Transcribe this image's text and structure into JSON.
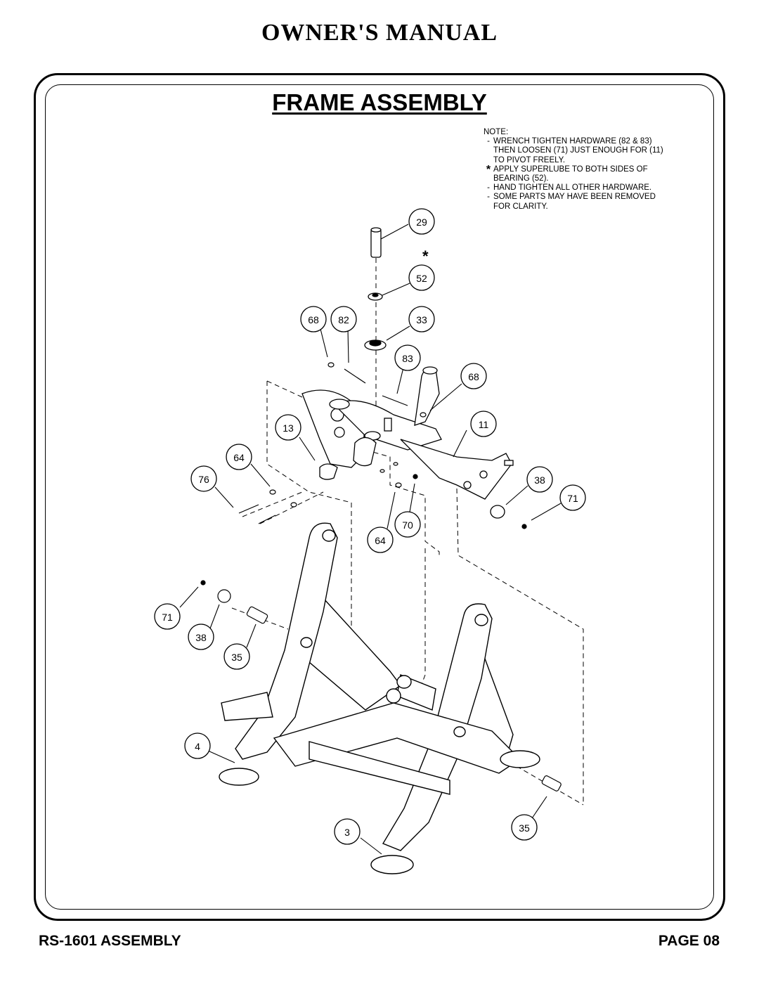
{
  "header": {
    "title": "OWNER'S MANUAL"
  },
  "section": {
    "title": "FRAME ASSEMBLY"
  },
  "notes": {
    "heading": "NOTE:",
    "items": [
      {
        "bullet": "-",
        "text": "WRENCH TIGHTEN HARDWARE (82 & 83)\nTHEN LOOSEN (71) JUST ENOUGH FOR (11)\nTO PIVOT FREELY."
      },
      {
        "bullet": "*",
        "text": "APPLY SUPERLUBE TO BOTH SIDES OF\nBEARING (52)."
      },
      {
        "bullet": "-",
        "text": "HAND TIGHTEN ALL OTHER HARDWARE."
      },
      {
        "bullet": "-",
        "text": "SOME PARTS MAY HAVE BEEN REMOVED\nFOR CLARITY."
      }
    ]
  },
  "diagram": {
    "star_mark": "*",
    "callouts": [
      {
        "id": "c29",
        "label": "29"
      },
      {
        "id": "c52",
        "label": "52"
      },
      {
        "id": "c68a",
        "label": "68"
      },
      {
        "id": "c82",
        "label": "82"
      },
      {
        "id": "c33",
        "label": "33"
      },
      {
        "id": "c83",
        "label": "83"
      },
      {
        "id": "c68b",
        "label": "68"
      },
      {
        "id": "c13",
        "label": "13"
      },
      {
        "id": "c11",
        "label": "11"
      },
      {
        "id": "c64a",
        "label": "64"
      },
      {
        "id": "c76",
        "label": "76"
      },
      {
        "id": "c38a",
        "label": "38"
      },
      {
        "id": "c71a",
        "label": "71"
      },
      {
        "id": "c70",
        "label": "70"
      },
      {
        "id": "c64b",
        "label": "64"
      },
      {
        "id": "c71b",
        "label": "71"
      },
      {
        "id": "c38b",
        "label": "38"
      },
      {
        "id": "c35a",
        "label": "35"
      },
      {
        "id": "c4",
        "label": "4"
      },
      {
        "id": "c3",
        "label": "3"
      },
      {
        "id": "c35b",
        "label": "35"
      }
    ]
  },
  "footer": {
    "model": "RS-1601 ASSEMBLY",
    "page": "PAGE 08"
  }
}
